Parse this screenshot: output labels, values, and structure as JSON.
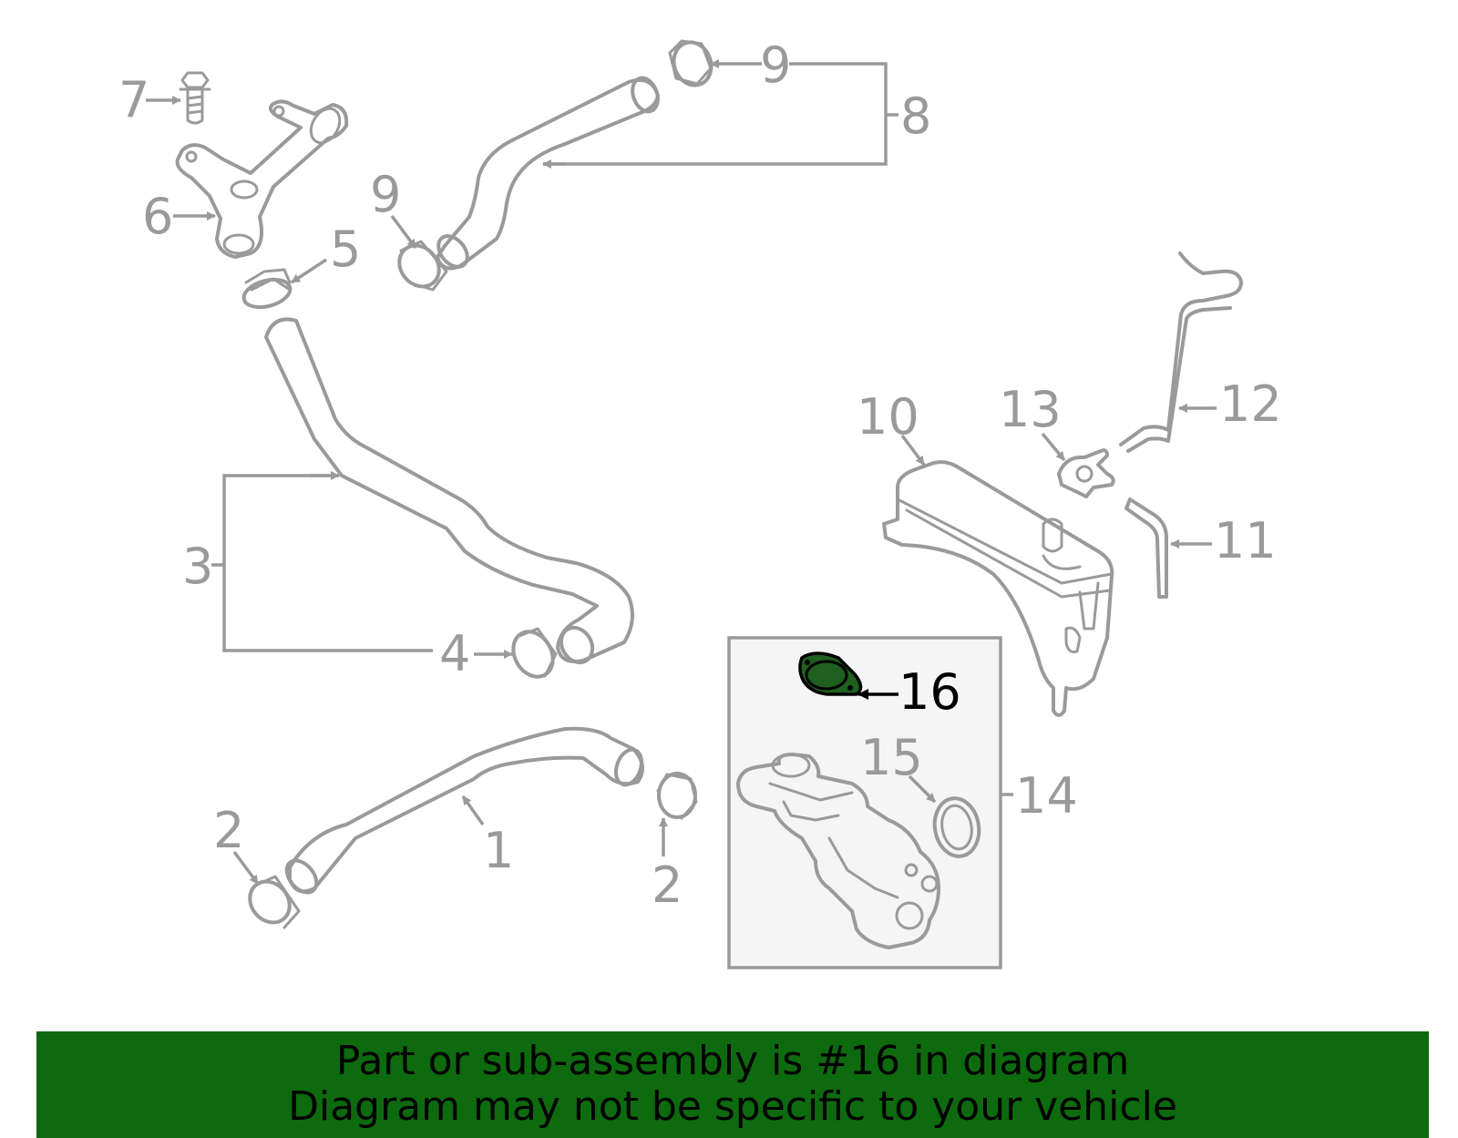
{
  "diagram": {
    "callouts": {
      "c1": "1",
      "c2a": "2",
      "c2b": "2",
      "c3": "3",
      "c4": "4",
      "c5": "5",
      "c6": "6",
      "c7": "7",
      "c8": "8",
      "c9a": "9",
      "c9b": "9",
      "c10": "10",
      "c11": "11",
      "c12": "12",
      "c13": "13",
      "c14": "14",
      "c15": "15",
      "c16": "16"
    },
    "highlighted_part": "16",
    "highlight_color": "#1f5f1f",
    "line_color": "#9a9a9a"
  },
  "banner": {
    "line1": "Part or sub-assembly is #16 in diagram",
    "line2": "Diagram may not be specific to your vehicle",
    "background": "#0e6a0e"
  }
}
